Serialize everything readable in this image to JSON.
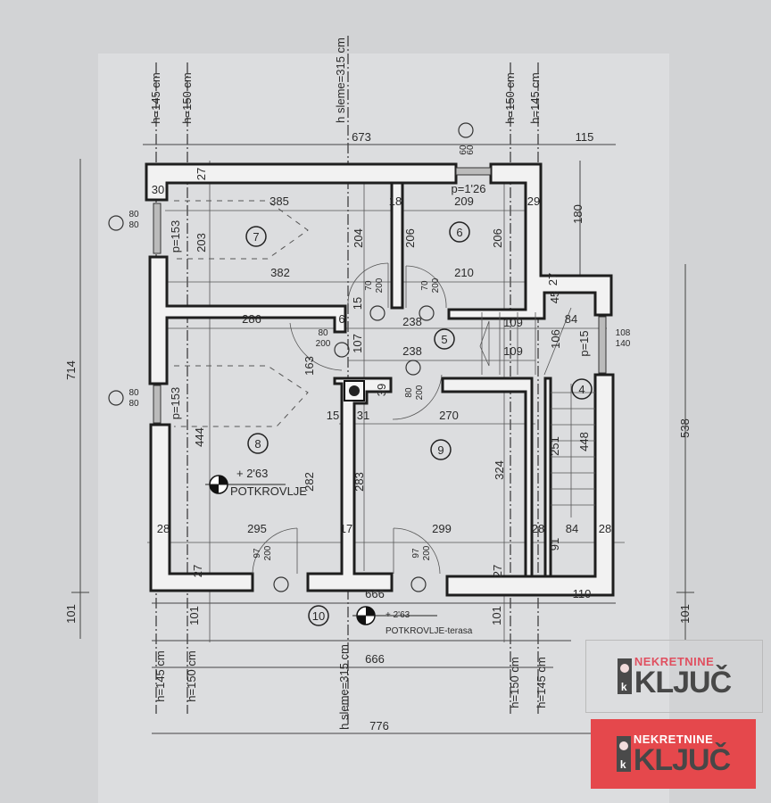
{
  "plan": {
    "rooms": [
      "7",
      "6",
      "5",
      "8",
      "9",
      "4",
      "10"
    ],
    "heights_top": [
      "h=145 cm",
      "h=150 cm",
      "h sleme=315 cm",
      "h=150 cm",
      "h=145 cm"
    ],
    "heights_bottom": [
      "h=145 cm",
      "h=150 cm",
      "h sleme=315 cm",
      "h=150 cm",
      "h=145 cm"
    ],
    "dims_h": [
      "673",
      "115",
      "30",
      "385",
      "18",
      "209",
      "29",
      "p=1'26",
      "382",
      "210",
      "286",
      "238",
      "109",
      "84",
      "238",
      "109",
      "15",
      "31",
      "270",
      "295",
      "17",
      "299",
      "28",
      "28",
      "84",
      "28",
      "666",
      "110",
      "666",
      "776",
      "6"
    ],
    "dims_v": [
      "714",
      "101",
      "538",
      "101",
      "27",
      "203",
      "p=153",
      "204",
      "206",
      "206",
      "180",
      "27",
      "45",
      "15",
      "107",
      "163",
      "106",
      "p=15",
      "39",
      "444",
      "p=153",
      "282",
      "283",
      "324",
      "251",
      "448",
      "91",
      "27",
      "27",
      "101",
      "101",
      "60",
      "60"
    ],
    "openings": [
      {
        "w": "70",
        "h": "200"
      },
      {
        "w": "70",
        "h": "200"
      },
      {
        "w": "80",
        "h": "200"
      },
      {
        "w": "80",
        "h": "200"
      },
      {
        "w": "97",
        "h": "200"
      },
      {
        "w": "97",
        "h": "200"
      },
      {
        "w": "80",
        "h": "80"
      },
      {
        "w": "80",
        "h": "80"
      },
      {
        "w": "108",
        "h": "140"
      }
    ],
    "levels": [
      {
        "value": "+ 2'63",
        "name": "POTKROVLJE"
      },
      {
        "value": "+ 2'63",
        "name": "POTKROVLJE-terasa"
      }
    ]
  },
  "logos": [
    {
      "top": "NEKRETNINE",
      "brand": "KLJUČ",
      "background": "#f0f0f0",
      "top_color": "#e05060"
    },
    {
      "top": "NEKRETNINE",
      "brand": "KLJUČ",
      "background": "#e5484c",
      "top_color": "#ffffff"
    }
  ]
}
